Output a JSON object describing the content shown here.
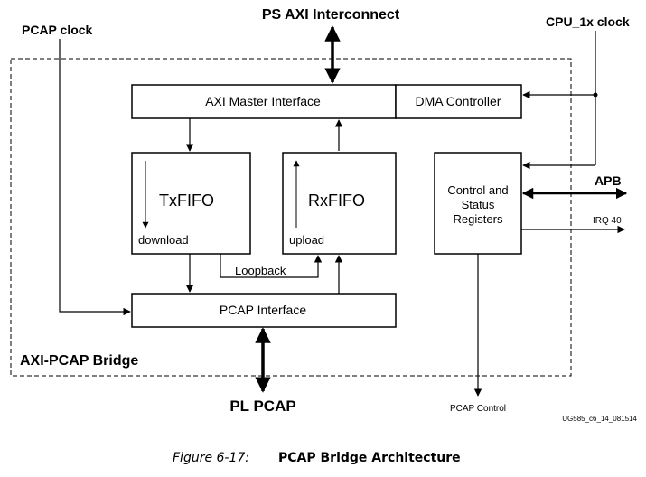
{
  "diagram": {
    "labels": {
      "ps_axi_interconnect": "PS AXI Interconnect",
      "pcap_clock": "PCAP clock",
      "cpu_clock": "CPU_1x clock",
      "axi_master_interface": "AXI Master Interface",
      "dma_controller": "DMA Controller",
      "txfifo": "TxFIFO",
      "download": "download",
      "rxfifo": "RxFIFO",
      "upload": "upload",
      "control_status_line1": "Control and",
      "control_status_line2": "Status",
      "control_status_line3": "Registers",
      "apb": "APB",
      "irq": "IRQ 40",
      "loopback": "Loopback",
      "pcap_interface": "PCAP Interface",
      "axi_pcap_bridge": "AXI-PCAP Bridge",
      "pl_pcap": "PL PCAP",
      "pcap_control": "PCAP Control",
      "figure_id": "UG585_c6_14_081514"
    },
    "caption": {
      "label": "Figure 6-17:",
      "title": "PCAP Bridge Architecture"
    }
  }
}
